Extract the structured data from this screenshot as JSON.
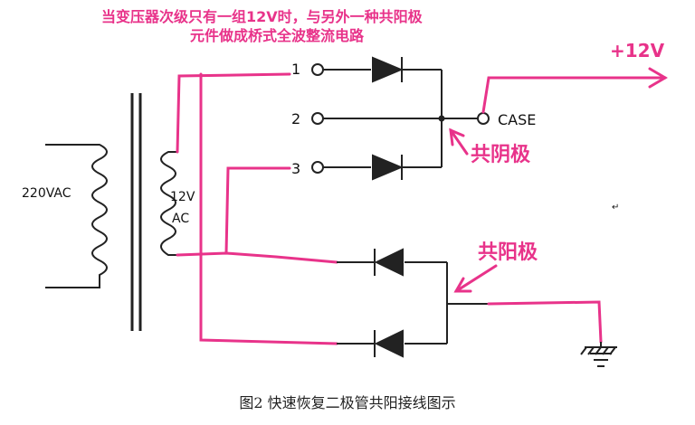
{
  "title": {
    "line1": "当变压器次级只有一组12V时，与另外一种共阳极",
    "line2": "元件做成桥式全波整流电路"
  },
  "labels": {
    "input_voltage": "220VAC",
    "secondary_voltage": "12V",
    "secondary_type": "AC",
    "pin1": "1",
    "pin2": "2",
    "pin3": "3",
    "case": "CASE",
    "output_voltage": "+12V",
    "common_cathode": "共阴极",
    "common_anode": "共阳极",
    "cursor_mark": "↵"
  },
  "caption": "图2  快速恢复二极管共阳接线图示",
  "colors": {
    "wire": "#222222",
    "highlight": "#e8338a"
  }
}
